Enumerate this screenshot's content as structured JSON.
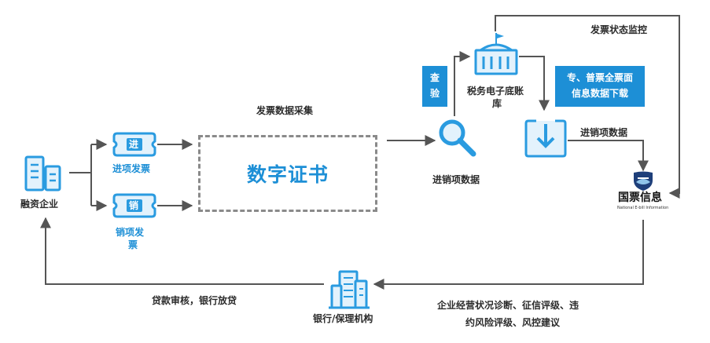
{
  "title": "",
  "nodes": {
    "enterprise": "融资企业",
    "input_invoice": "进项发票",
    "input_invoice_glyph": "进",
    "output_invoice_line1": "销项发",
    "output_invoice_line2": "票",
    "output_invoice_glyph": "销",
    "digital_cert": "数字证书",
    "tax_line1": "税务电子底账",
    "tax_line2": "库",
    "input_output_search": "进销项数据",
    "guopiao_name": "国票信息",
    "guopiao_sub": "National E-bill Information",
    "bank": "银行/保理机构"
  },
  "edges": {
    "collect": "发票数据采集",
    "monitor": "发票状态监控",
    "verify_1": "查",
    "verify_2": "验",
    "download_line1": "专、普票全票面",
    "download_line2": "信息数据下载",
    "download_data": "进销项数据",
    "assessment_line1": "企业经营状况诊断、征信评级、违",
    "assessment_line2": "约风险评级、风控建议",
    "loan": "贷款审核，银行放贷"
  },
  "colors": {
    "accent": "#1d8fd6",
    "icon_stroke": "#2a9be0",
    "icon_fill": "#e3f2fc",
    "arrow": "#555555",
    "dashed_border": "#8a8a8a"
  }
}
